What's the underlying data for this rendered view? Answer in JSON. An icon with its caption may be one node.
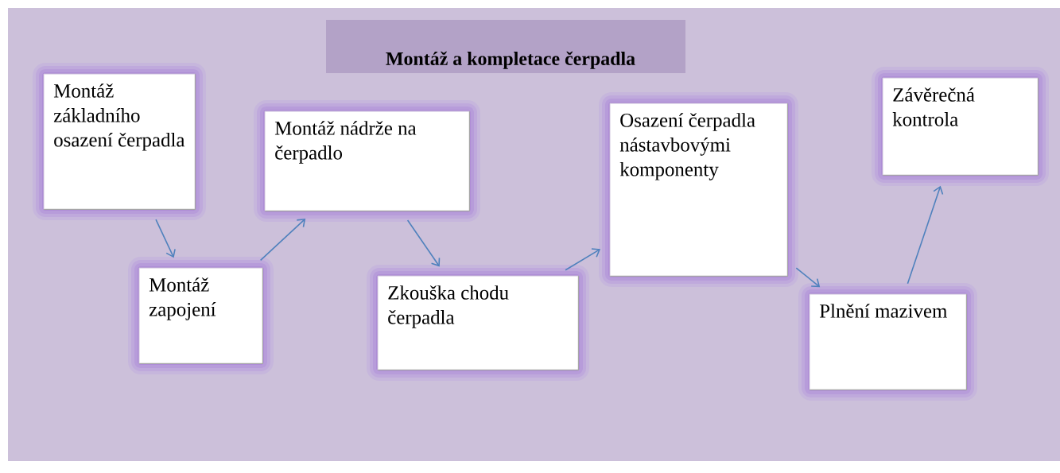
{
  "diagram": {
    "title": "Montáž a kompletace čerpadla",
    "nodes": [
      {
        "text": [
          "Montáž základního osazení čerpadla"
        ]
      },
      {
        "text": [
          "Montáž zapojení"
        ]
      },
      {
        "text": [
          "Montáž nádrže na čerpadlo"
        ]
      },
      {
        "text": [
          "Zkouška chodu čerpadla"
        ]
      },
      {
        "text": [
          "Osazení čerpadla nástavbovými komponenty"
        ]
      },
      {
        "text": [
          "Plnění mazivem"
        ]
      },
      {
        "text": [
          "Závěrečná kontrola"
        ]
      }
    ],
    "edges": [
      {
        "from": 0,
        "to": 1,
        "arrow": "to"
      },
      {
        "from": 1,
        "to": 2,
        "arrow": "to"
      },
      {
        "from": 2,
        "to": 3,
        "arrow": "to"
      },
      {
        "from": 3,
        "to": 4,
        "arrow": "to"
      },
      {
        "from": 4,
        "to": 5,
        "arrow": "to"
      },
      {
        "from": 5,
        "to": 6,
        "arrow": "to"
      }
    ]
  }
}
